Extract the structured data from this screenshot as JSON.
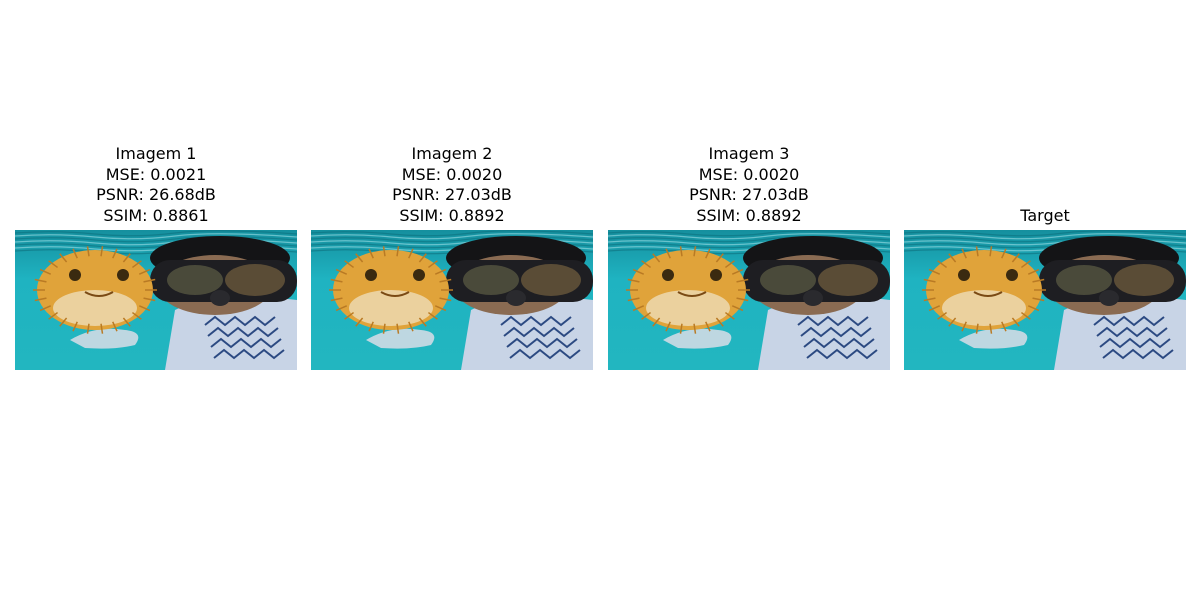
{
  "panels": [
    {
      "title": "Imagem 1",
      "mse": "MSE: 0.0021",
      "psnr": "PSNR: 26.68dB",
      "ssim": "SSIM: 0.8861",
      "image_subject": "underwater-pufferfish-snorkeler-photo"
    },
    {
      "title": "Imagem 2",
      "mse": "MSE: 0.0020",
      "psnr": "PSNR: 27.03dB",
      "ssim": "SSIM: 0.8892",
      "image_subject": "underwater-pufferfish-snorkeler-photo"
    },
    {
      "title": "Imagem 3",
      "mse": "MSE: 0.0020",
      "psnr": "PSNR: 27.03dB",
      "ssim": "SSIM: 0.8892",
      "image_subject": "underwater-pufferfish-snorkeler-photo"
    },
    {
      "title": "Target",
      "image_subject": "underwater-pufferfish-snorkeler-photo"
    }
  ],
  "colors": {
    "water": "#1fb3c1",
    "water_dark": "#158f9e",
    "fish": "#e0a33a",
    "fish_dark": "#b97a24",
    "mask": "#1e1e22",
    "shirt": "#c8d4e6",
    "shirt_pattern": "#2c4a82"
  }
}
